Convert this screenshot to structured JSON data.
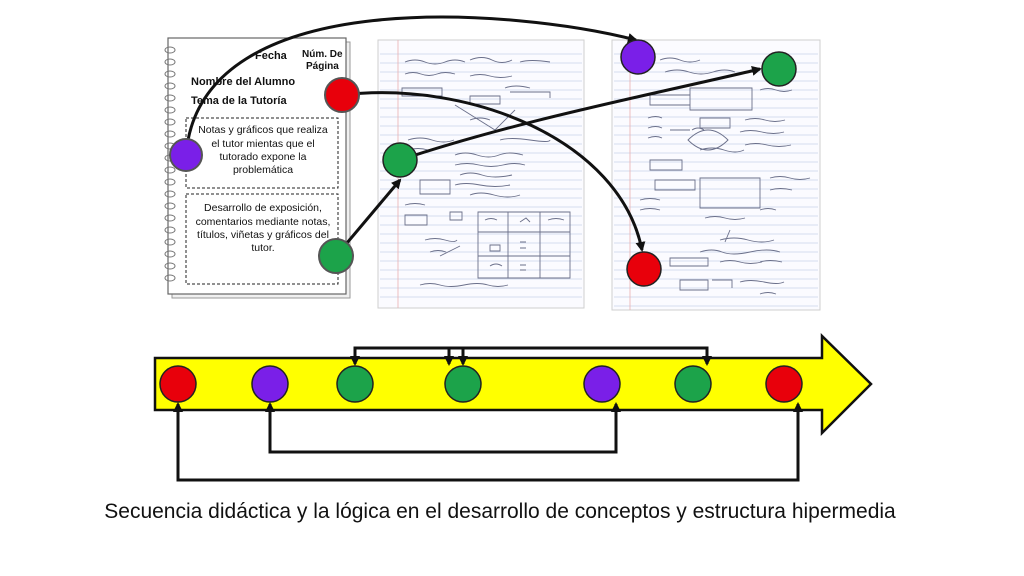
{
  "colors": {
    "red": "#e8000b",
    "purple": "#7a1fe8",
    "green": "#1ca34a",
    "arrow_fill": "#ffff00",
    "stroke": "#111111"
  },
  "template_sheet": {
    "fecha": "Fecha",
    "num_pagina_line1": "Núm. De",
    "num_pagina_line2": "Página",
    "nombre": "Nombre del Alumno",
    "tema": "Tema de la Tutoría",
    "box1": [
      "Notas y gráficos que realiza",
      "el tutor mientas que el",
      "tutorado expone la",
      "problemática"
    ],
    "box2": [
      "Desarrollo de exposición,",
      "comentarios mediante notas,",
      "títulos, viñetas y gráficos del",
      "tutor."
    ]
  },
  "timeline": {
    "nodes": [
      "red",
      "purple",
      "green",
      "green",
      "purple",
      "green",
      "red"
    ],
    "links_above": [
      [
        2,
        3
      ],
      [
        3,
        5
      ]
    ],
    "links_below": [
      [
        1,
        4
      ],
      [
        0,
        6
      ]
    ]
  },
  "caption": "Secuencia didáctica y la lógica en el desarrollo de conceptos y estructura hipermedia"
}
